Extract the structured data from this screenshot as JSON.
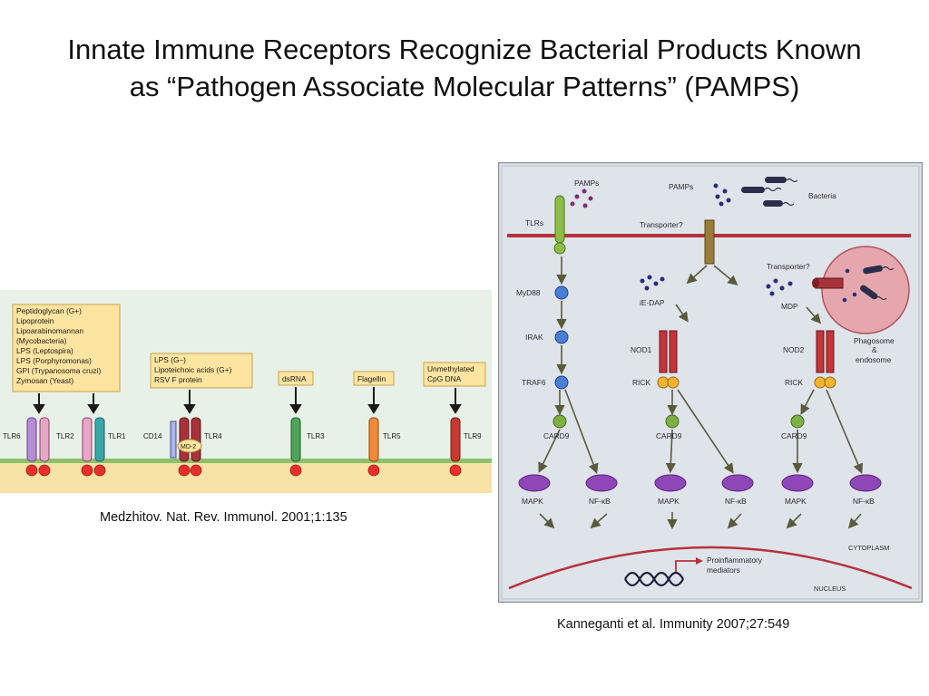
{
  "slide": {
    "title_line1": "Innate Immune Receptors Recognize Bacterial Products Known",
    "title_line2": "as “Pathogen Associate Molecular Patterns” (PAMPS)",
    "caption_left": "Medzhitov. Nat. Rev. Immunol. 2001;1:135",
    "caption_right": "Kanneganti et al. Immunity 2007;27:549"
  },
  "fig1": {
    "box_tlr2": [
      "Peptidoglycan (G+)",
      "Lipoprotein",
      "Lipoarabinomannan",
      "(Mycobacteria)",
      "LPS (Leptospira)",
      "LPS (Porphyromonas)",
      "GPI (Trypanosoma cruzi)",
      "Zymosan (Yeast)"
    ],
    "box_tlr4": [
      "LPS (G–)",
      "Lipoteichoic acids (G+)",
      "RSV F protein"
    ],
    "box_tlr3": "dsRNA",
    "box_tlr5": "Flagellin",
    "box_tlr9": [
      "Unmethylated",
      "CpG DNA"
    ],
    "receptors": {
      "tlr6": "TLR6",
      "tlr2": "TLR2",
      "tlr1": "TLR1",
      "cd14": "CD14",
      "md2": "MD-2",
      "tlr4": "TLR4",
      "tlr3": "TLR3",
      "tlr5": "TLR5",
      "tlr9": "TLR9"
    },
    "colors": {
      "box_fill": "#fde4a0",
      "box_border": "#c9a24a",
      "cell_top": "#8dc16a",
      "cell_fill": "#f6e3a5",
      "node": "#e8302a"
    }
  },
  "fig2": {
    "pamps_left": "PAMPs",
    "pamps_mid": "PAMPs",
    "bacteria": "Bacteria",
    "tlrs": "TLRs",
    "transporter1": "Transporter?",
    "transporter2": "Transporter?",
    "myd88": "MyD88",
    "irak": "IRAK",
    "traf6": "TRAF6",
    "iedap": "iE-DAP",
    "mdp": "MDP",
    "nod1": "NOD1",
    "nod2": "NOD2",
    "rick1": "RICK",
    "rick2": "RICK",
    "phagosome_line1": "Phagosome",
    "phagosome_line2": "&",
    "phagosome_line3": "endosome",
    "card9_1": "CARD9",
    "card9_2": "CARD9",
    "card9_3": "CARD9",
    "mapk_1": "MAPK",
    "mapk_2": "MAPK",
    "mapk_3": "MAPK",
    "nfkb_1": "NF-κB",
    "nfkb_2": "NF-κB",
    "nfkb_3": "NF-κB",
    "cytoplasm": "CYTOPLASM",
    "proinflammatory_line1": "Proinflammatory",
    "proinflammatory_line2": "mediators",
    "nucleus": "NUCLEUS",
    "colors": {
      "background": "#dfe3ea",
      "membrane": "#b5323c",
      "blue_node": "#4a7fd6",
      "green_node": "#7fb045",
      "purple": "#9048b8",
      "nod": "#c3353a",
      "rick": "#f2b431",
      "phagosome": "#e5a7ad"
    }
  }
}
